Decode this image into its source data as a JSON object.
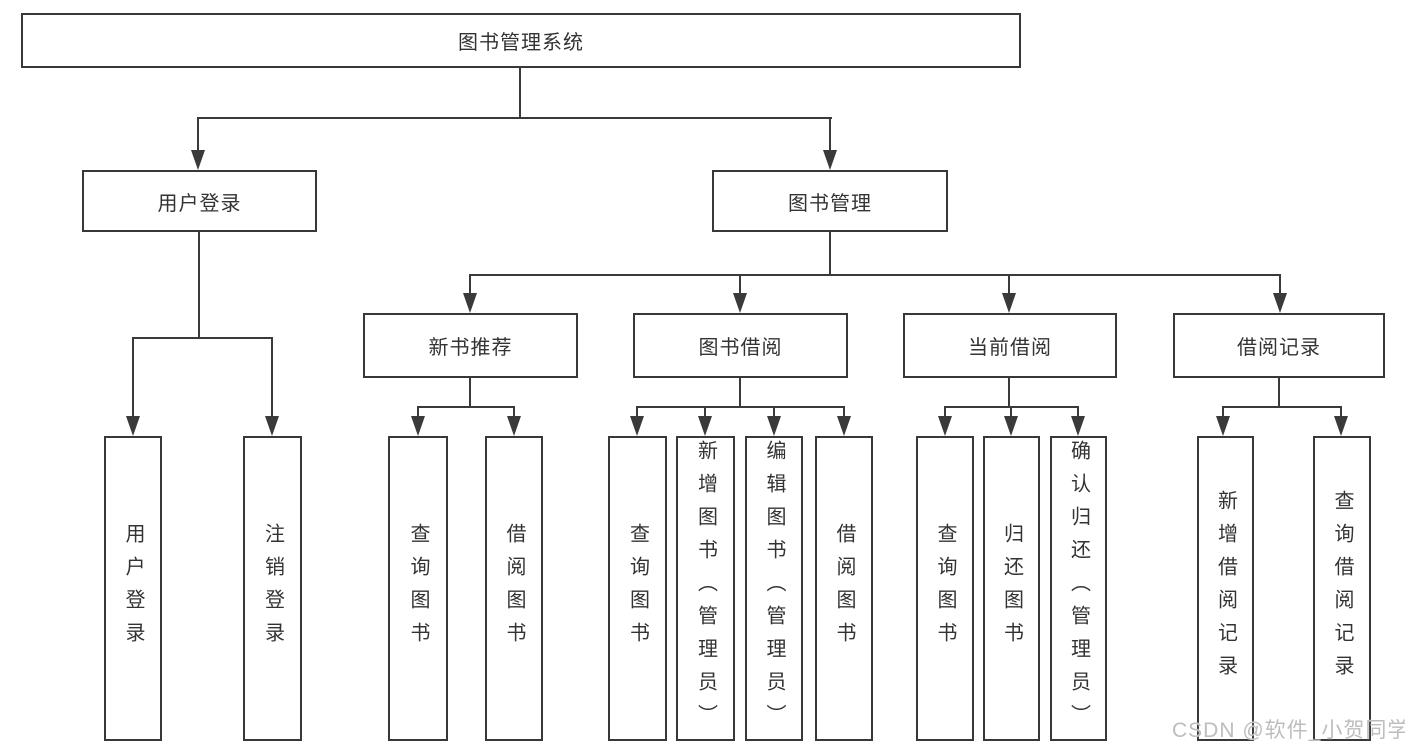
{
  "tree": {
    "root": {
      "label": "图书管理系统"
    },
    "branches": [
      {
        "label": "用户登录",
        "leaves": [
          {
            "label": "用户登录"
          },
          {
            "label": "注销登录"
          }
        ]
      },
      {
        "label": "图书管理",
        "groups": [
          {
            "label": "新书推荐",
            "leaves": [
              {
                "label": "查询图书"
              },
              {
                "label": "借阅图书"
              }
            ]
          },
          {
            "label": "图书借阅",
            "leaves": [
              {
                "label": "查询图书"
              },
              {
                "label": "新增图书（管理员）"
              },
              {
                "label": "编辑图书（管理员）"
              },
              {
                "label": "借阅图书"
              }
            ]
          },
          {
            "label": "当前借阅",
            "leaves": [
              {
                "label": "查询图书"
              },
              {
                "label": "归还图书"
              },
              {
                "label": "确认归还（管理员）"
              }
            ]
          },
          {
            "label": "借阅记录",
            "leaves": [
              {
                "label": "新增借阅记录"
              },
              {
                "label": "查询借阅记录"
              }
            ]
          }
        ]
      }
    ]
  },
  "watermark": "CSDN @软件_小贺同学",
  "colors": {
    "line": "#3a3a3a",
    "box_border": "#383838",
    "text": "#333333",
    "background": "#ffffff",
    "watermark": "#bdbdbd"
  }
}
